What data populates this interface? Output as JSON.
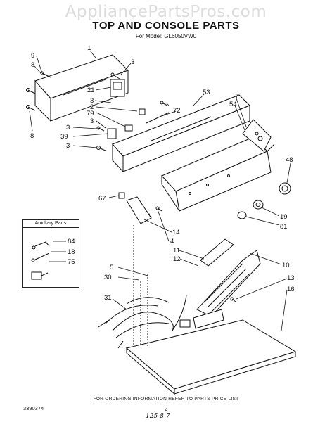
{
  "header": {
    "watermark": "AppliancePartsPros.com",
    "title": "TOP AND CONSOLE PARTS",
    "model": "For Model: GL6050VW0"
  },
  "auxiliary": {
    "title": "Auxiliary Parts",
    "labels": [
      "84",
      "18",
      "75"
    ]
  },
  "callouts": [
    "9",
    "8",
    "1",
    "3",
    "8",
    "21",
    "3",
    "2",
    "79",
    "3",
    "72",
    "53",
    "7",
    "54",
    "3",
    "39",
    "3",
    "48",
    "67",
    "19",
    "81",
    "14",
    "4",
    "11",
    "12",
    "10",
    "5",
    "30",
    "13",
    "16",
    "31"
  ],
  "footer": {
    "note": "FOR ORDERING INFORMATION REFER TO PARTS PRICE LIST",
    "code": "3390374",
    "page": "2",
    "handwritten": "125-8-7"
  }
}
